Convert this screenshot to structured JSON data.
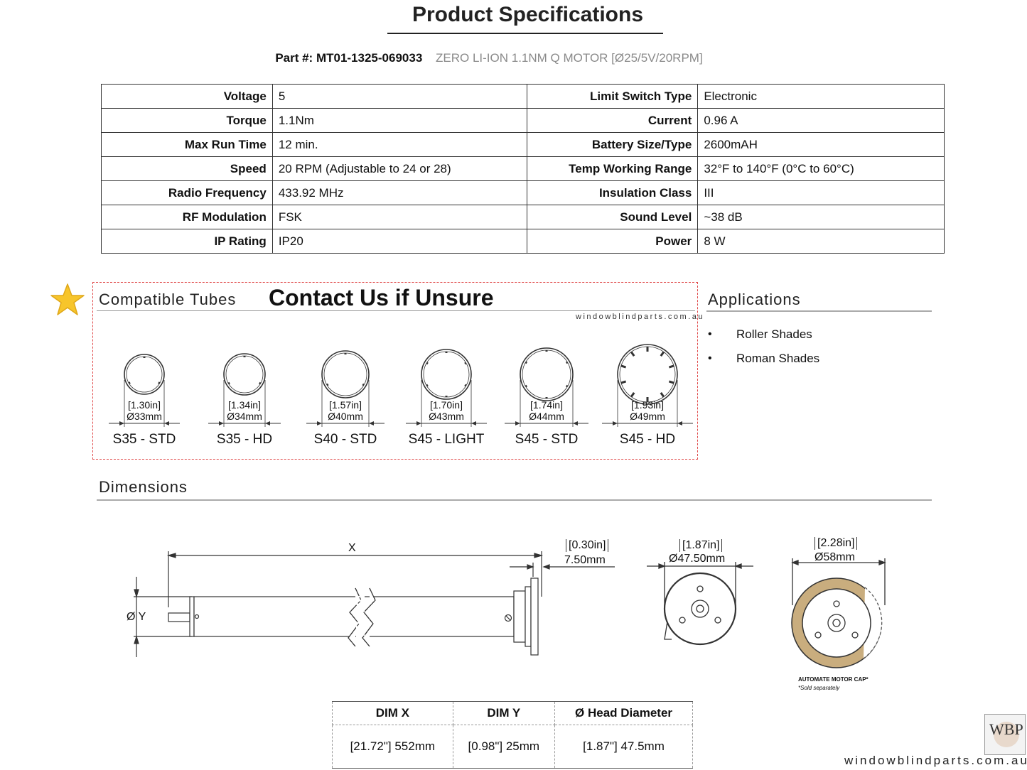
{
  "header": {
    "title": "Product Specifications",
    "part_label": "Part #: MT01-1325-069033",
    "part_desc": "ZERO LI-ION 1.1NM Q MOTOR [Ø25/5V/20RPM]"
  },
  "specs": [
    {
      "k1": "Voltage",
      "v1": "5",
      "k2": "Limit Switch Type",
      "v2": "Electronic"
    },
    {
      "k1": "Torque",
      "v1": "1.1Nm",
      "k2": "Current",
      "v2": "0.96 A"
    },
    {
      "k1": "Max Run Time",
      "v1": "12 min.",
      "k2": "Battery Size/Type",
      "v2": "2600mAH"
    },
    {
      "k1": "Speed",
      "v1": "20 RPM (Adjustable to 24 or 28)",
      "k2": "Temp Working Range",
      "v2": "32°F to 140°F (0°C to 60°C)"
    },
    {
      "k1": "Radio Frequency",
      "v1": "433.92 MHz",
      "k2": "Insulation Class",
      "v2": "III"
    },
    {
      "k1": "RF Modulation",
      "v1": "FSK",
      "k2": "Sound Level",
      "v2": "~38 dB"
    },
    {
      "k1": "IP Rating",
      "v1": "IP20",
      "k2": "Power",
      "v2": "8 W"
    }
  ],
  "tubes": {
    "heading": "Compatible Tubes",
    "callout": "Contact Us if Unsure",
    "watermark": "windowblindparts.com.au",
    "items": [
      {
        "name": "S35 - STD",
        "inch": "[1.30in]",
        "mm": "Ø33mm"
      },
      {
        "name": "S35 - HD",
        "inch": "[1.34in]",
        "mm": "Ø34mm"
      },
      {
        "name": "S40 - STD",
        "inch": "[1.57in]",
        "mm": "Ø40mm"
      },
      {
        "name": "S45 - LIGHT",
        "inch": "[1.70in]",
        "mm": "Ø43mm"
      },
      {
        "name": "S45 - STD",
        "inch": "[1.74in]",
        "mm": "Ø44mm"
      },
      {
        "name": "S45 - HD",
        "inch": "[1.93in]",
        "mm": "Ø49mm"
      }
    ]
  },
  "applications": {
    "heading": "Applications",
    "items": [
      "Roller Shades",
      "Roman Shades"
    ],
    "bullet": "•"
  },
  "dimensions": {
    "heading": "Dimensions",
    "x_label": "X",
    "y_label": "Ø Y",
    "cap_in": "[0.30in]",
    "cap_mm": "7.50mm",
    "head_in": "[1.87in]",
    "head_mm": "Ø47.50mm",
    "cap2_in": "[2.28in]",
    "cap2_mm": "Ø58mm",
    "cap_note": "AUTOMATE MOTOR CAP*",
    "cap_sub": "*Sold separately",
    "table_headers": [
      "DIM X",
      "DIM Y",
      "Ø Head Diameter"
    ],
    "table_values": [
      "[21.72\"] 552mm",
      "[0.98\"] 25mm",
      "[1.87\"] 47.5mm"
    ]
  },
  "footer": {
    "logo_text": "windowblindparts.com.au",
    "logo_mark": "WBP"
  },
  "colors": {
    "dashed_border": "#e04848",
    "star": "#f7c52b",
    "cap_ring": "#c9ad7e"
  }
}
